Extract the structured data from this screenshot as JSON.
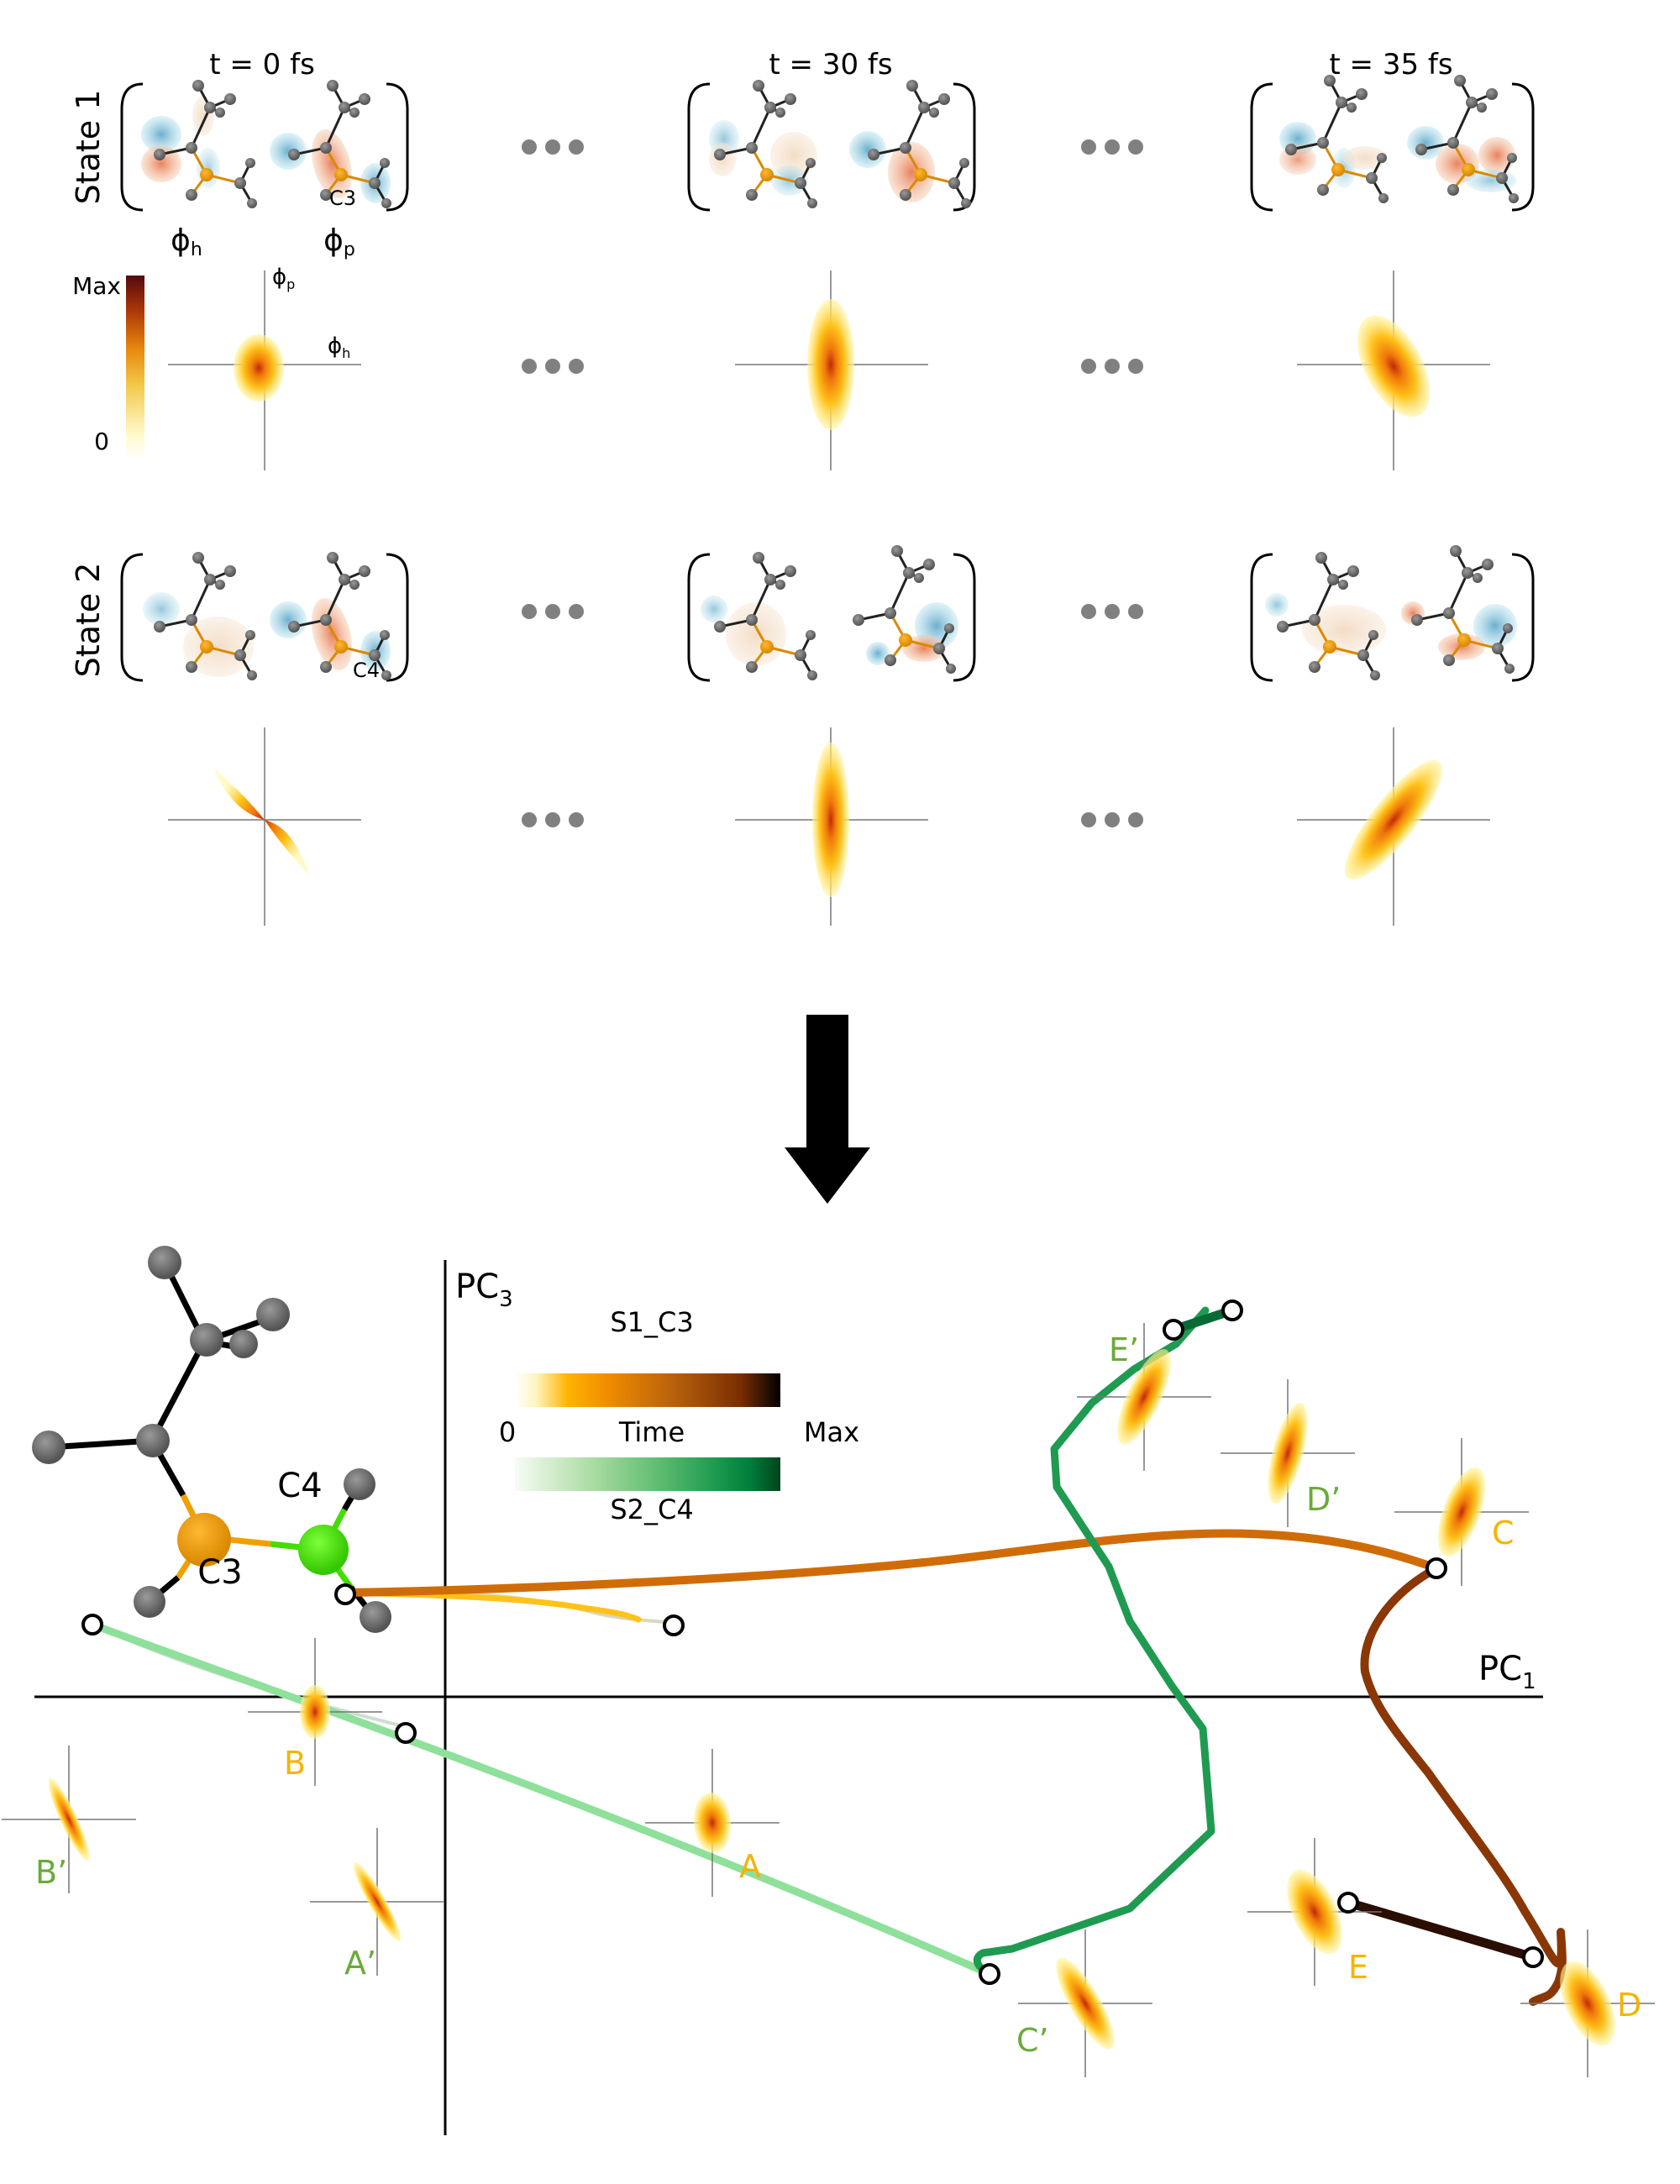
{
  "top_panel": {
    "time_labels": [
      "t = 0 fs",
      "t = 30 fs",
      "t = 35 fs"
    ],
    "ellipsis": "• • •",
    "rows": [
      {
        "label": "State 1",
        "atom_label": "C3"
      },
      {
        "label": "State 2",
        "atom_label": "C4"
      }
    ],
    "orbital_labels": {
      "hole": "ϕ",
      "hole_sub": "h",
      "particle": "ϕ",
      "particle_sub": "p"
    },
    "density_axes": {
      "y_label": "ϕ",
      "y_sub": "p",
      "x_label": "ϕ",
      "x_sub": "h"
    },
    "colorbar": {
      "max_label": "Max",
      "min_label": "0",
      "colors": [
        "#fffde0",
        "#f5d04a",
        "#e8900a",
        "#b23c0a",
        "#5a0d0f"
      ]
    }
  },
  "arrow": {
    "direction": "down"
  },
  "bottom_panel": {
    "axes": {
      "y_label": "PC",
      "y_sub": "3",
      "x_label": "PC",
      "x_sub": "1"
    },
    "molecule_labels": {
      "c3": "C3",
      "c4": "C4"
    },
    "legend": {
      "s1_label": "S1_C3",
      "s2_label": "S2_C4",
      "time_label": "Time",
      "min_label": "0",
      "max_label": "Max",
      "s1_colors": [
        "#fff7d0",
        "#ffb300",
        "#ee8a00",
        "#b85c0b",
        "#5a1a02",
        "#000000"
      ],
      "s2_colors": [
        "#f7fcf5",
        "#a8dba0",
        "#5cbb6f",
        "#1f9b51",
        "#006d2c",
        "#00441b"
      ]
    },
    "points": [
      {
        "name": "A",
        "series": "S1_C3",
        "color": "#f5b400"
      },
      {
        "name": "B",
        "series": "S1_C3",
        "color": "#f5b400"
      },
      {
        "name": "C",
        "series": "S1_C3",
        "color": "#f5b400"
      },
      {
        "name": "D",
        "series": "S1_C3",
        "color": "#f5b400"
      },
      {
        "name": "E",
        "series": "S1_C3",
        "color": "#f5b400"
      },
      {
        "name": "A’",
        "series": "S2_C4",
        "color": "#6aaa3a"
      },
      {
        "name": "B’",
        "series": "S2_C4",
        "color": "#6aaa3a"
      },
      {
        "name": "C’",
        "series": "S2_C4",
        "color": "#6aaa3a"
      },
      {
        "name": "D’",
        "series": "S2_C4",
        "color": "#6aaa3a"
      },
      {
        "name": "E’",
        "series": "S2_C4",
        "color": "#6aaa3a"
      }
    ]
  }
}
